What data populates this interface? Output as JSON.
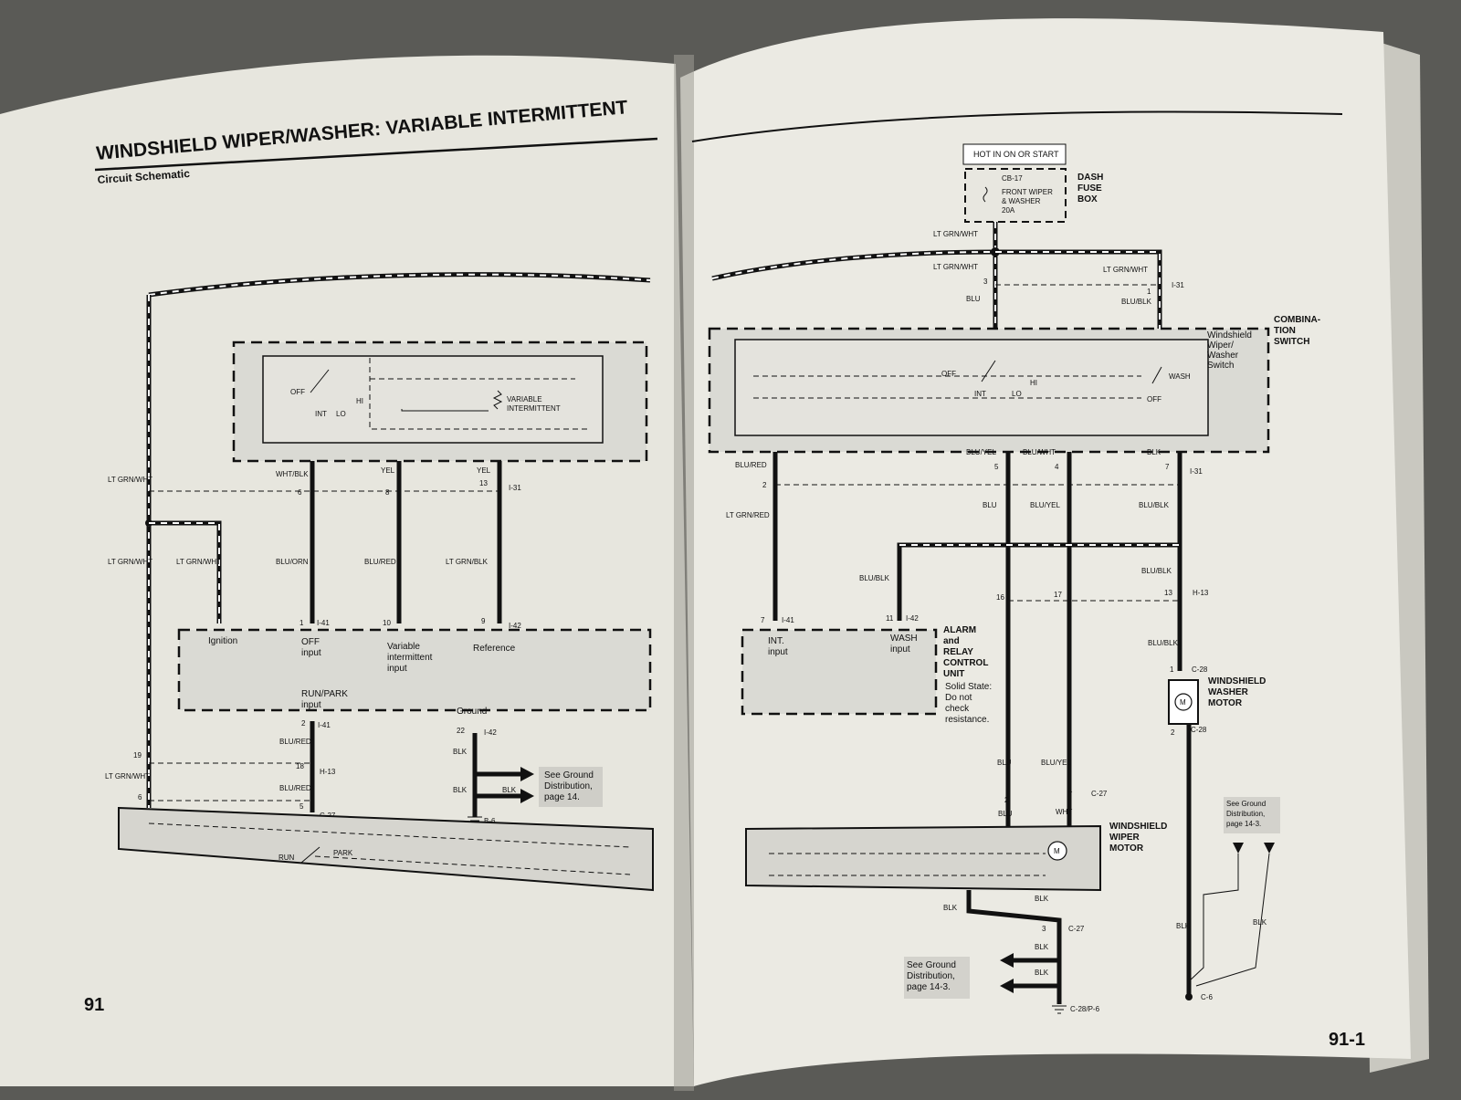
{
  "left_page": {
    "title": "WINDSHIELD WIPER/WASHER: VARIABLE INTERMITTENT",
    "subtitle": "Circuit Schematic",
    "page_number": "91",
    "switch_labels": {
      "off": "OFF",
      "int": "INT",
      "lo": "LO",
      "hi": "HI",
      "variable": "VARIABLE",
      "intermittent": "INTERMITTENT"
    },
    "wires": {
      "lt_grn_wht_a": "LT GRN/WHT",
      "lt_grn_wht_b": "LT GRN/WHT",
      "lt_grn_wht_c": "LT GRN/WHT",
      "lt_grn_wht_d": "LT GRN/WHT",
      "wht_blk": "WHT/BLK",
      "blu_orn": "BLU/ORN",
      "yel_a": "YEL",
      "blu_red_a": "BLU/RED",
      "yel_b": "YEL",
      "lt_grn_blk": "LT GRN/BLK",
      "blu_red_b": "BLU/RED",
      "blu_red_c": "BLU/RED",
      "blk_a": "BLK",
      "blk_b": "BLK",
      "blk_c": "BLK"
    },
    "connectors": {
      "c6": "6",
      "c8": "8",
      "c13": "13",
      "i31": "I-31",
      "c1": "1",
      "i41": "I-41",
      "c10": "10",
      "c9": "9",
      "i42": "I-42",
      "c2": "2",
      "i41b": "I-41",
      "c19": "19",
      "c18": "18",
      "h13": "H-13",
      "c6b": "6",
      "c5": "5",
      "c27": "C-27",
      "c22": "22",
      "i42b": "I-42",
      "b6": "B-6"
    },
    "unit_labels": {
      "ignition": "Ignition",
      "off_input_1": "OFF",
      "off_input_2": "input",
      "var_1": "Variable",
      "var_2": "intermittent",
      "var_3": "input",
      "reference": "Reference",
      "run_park_1": "RUN/PARK",
      "run_park_2": "input",
      "ground": "Ground"
    },
    "ground_note": [
      "See Ground",
      "Distribution,",
      "page 14."
    ],
    "motor_labels": {
      "run": "RUN",
      "park": "PARK"
    }
  },
  "right_page": {
    "page_number": "91-1",
    "hot_label": "HOT IN ON OR START",
    "fuse": {
      "id": "CB-17",
      "name1": "FRONT WIPER",
      "name2": "& WASHER",
      "rating": "20A"
    },
    "fuse_box": [
      "DASH",
      "FUSE",
      "BOX"
    ],
    "combination_switch": [
      "COMBINA-",
      "TION",
      "SWITCH"
    ],
    "wiper_switch": [
      "Windshield",
      "Wiper/",
      "Washer",
      "Switch"
    ],
    "switch_labels": {
      "off": "OFF",
      "int": "INT",
      "lo": "LO",
      "hi": "HI",
      "wash": "WASH",
      "off2": "OFF"
    },
    "wires": {
      "lt_grn_wht_a": "LT GRN/WHT",
      "lt_grn_wht_b": "LT GRN/WHT",
      "lt_grn_wht_c": "LT GRN/WHT",
      "blu_a": "BLU",
      "blu_blk_a": "BLU/BLK",
      "blu_red": "BLU/RED",
      "blu_yel_a": "BLU/YEL",
      "blu_wht": "BLU/WHT",
      "blk_a": "BLK",
      "lt_grn_red": "LT GRN/RED",
      "blu_b": "BLU",
      "blu_yel_b": "BLU/YEL",
      "blu_blk_b": "BLU/BLK",
      "blu_blk_c": "BLU/BLK",
      "blu_blk_d": "BLU/BLK",
      "blu_blk_e": "BLU/BLK",
      "blu_c": "BLU",
      "blu_yel_c": "BLU/YEL",
      "blu_d": "BLU",
      "wht": "WHT",
      "blk_b": "BLK",
      "blk_c": "BLK",
      "blk_d": "BLK",
      "blk_e": "BLK",
      "blk_f": "BLK",
      "blk_g": "BLK"
    },
    "connectors": {
      "c3": "3",
      "c1": "1",
      "i31": "I-31",
      "c5": "5",
      "c4": "4",
      "c7": "7",
      "i31b": "I-31",
      "c2": "2",
      "c16": "16",
      "c17": "17",
      "c13": "13",
      "h13": "H-13",
      "c7b": "7",
      "i41": "I-41",
      "c11": "11",
      "i42": "I-42",
      "c1b": "1",
      "c28": "C-28",
      "c2b": "2",
      "c28b": "C-28",
      "c2c": "2",
      "c1c": "1",
      "c27": "C-27",
      "c3b": "3",
      "c27b": "C-27",
      "c28p": "C-28/P-6",
      "c6": "C-6"
    },
    "alarm_unit": [
      "ALARM",
      "and",
      "RELAY",
      "CONTROL",
      "UNIT"
    ],
    "alarm_note": [
      "Solid State:",
      "Do not",
      "check",
      "resistance."
    ],
    "unit_labels": {
      "int_1": "INT.",
      "int_2": "input",
      "wash_1": "WASH",
      "wash_2": "input"
    },
    "washer_motor": [
      "WINDSHIELD",
      "WASHER",
      "MOTOR"
    ],
    "wiper_motor": [
      "WINDSHIELD",
      "WIPER",
      "MOTOR"
    ],
    "motor_symbol": "M",
    "ground_note_a": [
      "See Ground",
      "Distribution,",
      "page 14-3."
    ],
    "ground_note_b": [
      "See Ground",
      "Distribution,",
      "page 14-3."
    ]
  }
}
